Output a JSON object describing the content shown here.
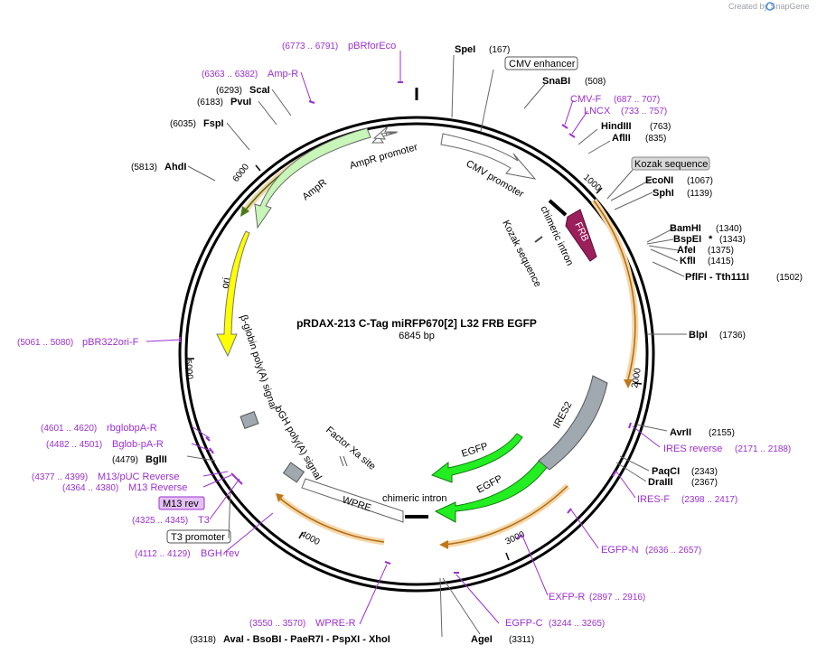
{
  "watermark": "Created by SnapGene",
  "plasmid": {
    "name": "pRDAX-213   C-Tag miRFP670[2] L32 FRB EGFP",
    "length": "6845 bp"
  },
  "ticks": [
    "1000",
    "2000",
    "3000",
    "4000",
    "5000",
    "6000"
  ],
  "sites": [
    {
      "name": "SpeI",
      "pos": "(167)"
    },
    {
      "name": "SnaBI",
      "pos": "(508)"
    },
    {
      "name": "HindIII",
      "pos": "(763)"
    },
    {
      "name": "AflII",
      "pos": "(835)"
    },
    {
      "name": "EcoNI",
      "pos": "(1067)"
    },
    {
      "name": "SphI",
      "pos": "(1139)"
    },
    {
      "name": "BamHI",
      "pos": "(1340)"
    },
    {
      "name": "BspEI",
      "pos": "(1343)",
      "mark": "*"
    },
    {
      "name": "AfeI",
      "pos": "(1375)"
    },
    {
      "name": "KflI",
      "pos": "(1415)"
    },
    {
      "name": "PflFI - Tth111I",
      "pos": "(1502)"
    },
    {
      "name": "BlpI",
      "pos": "(1736)"
    },
    {
      "name": "AvrII",
      "pos": "(2155)"
    },
    {
      "name": "PaqCI",
      "pos": "(2343)"
    },
    {
      "name": "DraIII",
      "pos": "(2367)"
    },
    {
      "name": "AgeI",
      "pos": "(3311)"
    },
    {
      "name": "AvaI - BsoBI - PaeR7I - PspXI - XhoI",
      "pos": "(3318)"
    },
    {
      "name": "BglII",
      "pos": "(4479)"
    },
    {
      "name": "AhdI",
      "pos": "(5813)"
    },
    {
      "name": "FspI",
      "pos": "(6035)"
    },
    {
      "name": "PvuI",
      "pos": "(6183)"
    },
    {
      "name": "ScaI",
      "pos": "(6293)"
    }
  ],
  "primers": [
    {
      "name": "pBRforEco",
      "pos": "(6773 .. 6791)"
    },
    {
      "name": "Amp-R",
      "pos": "(6363 .. 6382)"
    },
    {
      "name": "CMV-F",
      "pos": "(687 .. 707)"
    },
    {
      "name": "LNCX",
      "pos": "(733 .. 757)"
    },
    {
      "name": "pBR322ori-F",
      "pos": "(5061 .. 5080)"
    },
    {
      "name": "IRES reverse",
      "pos": "(2171 .. 2188)"
    },
    {
      "name": "IRES-F",
      "pos": "(2398 .. 2417)"
    },
    {
      "name": "EGFP-N",
      "pos": "(2636 .. 2657)"
    },
    {
      "name": "EXFP-R",
      "pos": "(2897 .. 2916)"
    },
    {
      "name": "EGFP-C",
      "pos": "(3244 .. 3265)"
    },
    {
      "name": "WPRE-R",
      "pos": "(3550 .. 3570)"
    },
    {
      "name": "rbglobpA-R",
      "pos": "(4601 .. 4620)"
    },
    {
      "name": "Bglob-pA-R",
      "pos": "(4482 .. 4501)"
    },
    {
      "name": "M13/pUC Reverse",
      "pos": "(4377 .. 4399)"
    },
    {
      "name": "M13 Reverse",
      "pos": "(4364 .. 4380)"
    },
    {
      "name": "T3",
      "pos": "(4325 .. 4345)"
    },
    {
      "name": "BGH-rev",
      "pos": "(4112 .. 4129)"
    }
  ],
  "boxed_labels": [
    {
      "name": "CMV enhancer"
    },
    {
      "name": "Kozak sequence"
    },
    {
      "name": "M13 rev"
    },
    {
      "name": "T3 promoter"
    }
  ],
  "features": [
    {
      "name": "CMV promoter"
    },
    {
      "name": "chimeric intron"
    },
    {
      "name": "FRB"
    },
    {
      "name": "Kozak sequence"
    },
    {
      "name": "AmpR promoter"
    },
    {
      "name": "AmpR"
    },
    {
      "name": "ori"
    },
    {
      "name": "β-globin poly(A) signal"
    },
    {
      "name": "bGH poly(A) signal"
    },
    {
      "name": "Factor Xa site"
    },
    {
      "name": "WPRE"
    },
    {
      "name": "chimeric intron"
    },
    {
      "name": "EGFP"
    },
    {
      "name": "EGFP"
    },
    {
      "name": "IRES2"
    }
  ],
  "colors": {
    "primer": "#9b30d0",
    "orf": "#f0a030",
    "amp": "#c8f5b8",
    "ori": "#ffff00",
    "egfp": "#22ee22",
    "frb": "#9b1f5b",
    "ires": "#a0a8b0"
  }
}
